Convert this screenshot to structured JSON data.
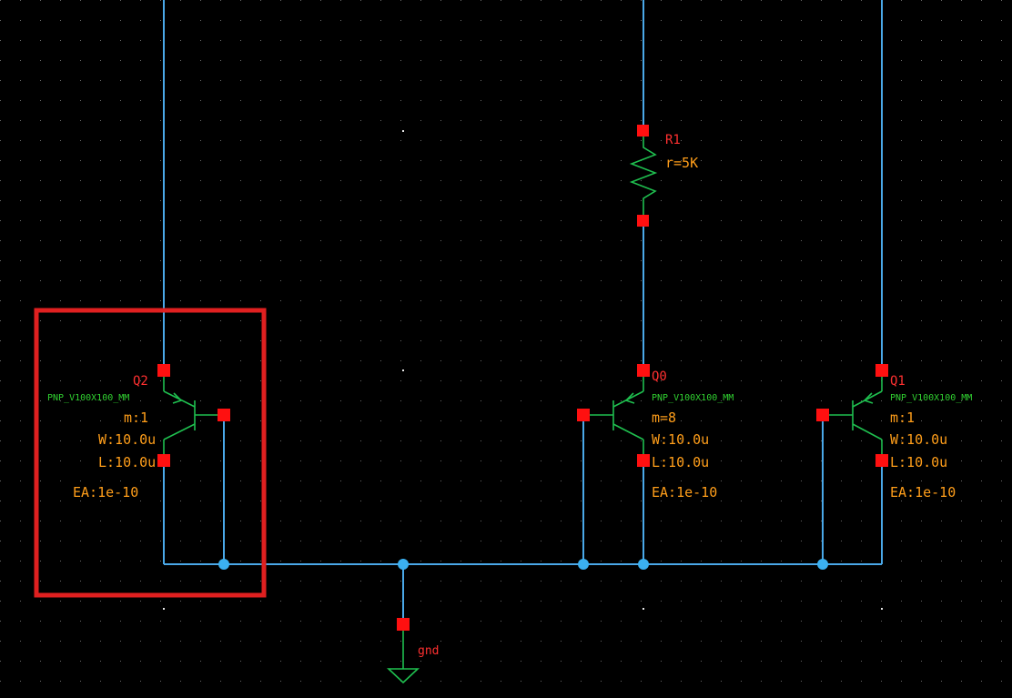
{
  "app": {
    "title": "Schematic Editor"
  },
  "colors": {
    "background": "#000000",
    "wire": "#4aa8e8",
    "symbol": "#1fbf4f",
    "pin": "#ff1010",
    "instance_label": "#ff3030",
    "parameter_label": "#ff9e1a",
    "model_label": "#30d030",
    "highlight_box": "#e02020"
  },
  "instances": {
    "q2": {
      "name": "Q2",
      "model": "PNP_V100X100_MM",
      "m": "m:1",
      "w": "W:10.0u",
      "l": "L:10.0u",
      "ea": "EA:1e-10"
    },
    "q0": {
      "name": "Q0",
      "model": "PNP_V100X100_MM",
      "m": "m=8",
      "w": "W:10.0u",
      "l": "L:10.0u",
      "ea": "EA:1e-10"
    },
    "q1": {
      "name": "Q1",
      "model": "PNP_V100X100_MM",
      "m": "m:1",
      "w": "W:10.0u",
      "l": "L:10.0u",
      "ea": "EA:1e-10"
    },
    "r1": {
      "name": "R1",
      "value": "r=5K"
    },
    "gnd": {
      "name": "gnd"
    }
  },
  "selection": {
    "instance": "Q2"
  },
  "icons": [
    "resistor-icon",
    "pnp-transistor-icon",
    "ground-icon"
  ]
}
